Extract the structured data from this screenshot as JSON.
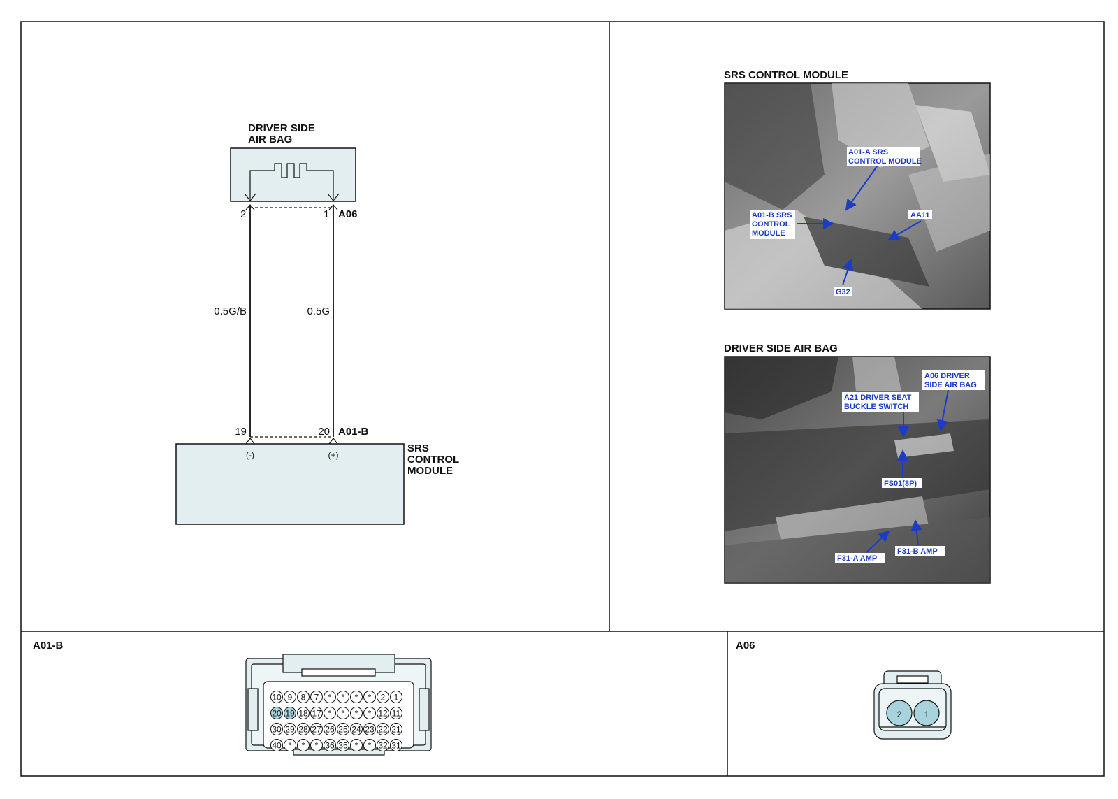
{
  "schematic": {
    "air_bag_title_line1": "DRIVER SIDE",
    "air_bag_title_line2": "AIR BAG",
    "connector_top": "A06",
    "connector_bottom": "A01-B",
    "pin_top_left": "2",
    "pin_top_right": "1",
    "pin_bottom_left": "19",
    "pin_bottom_right": "20",
    "wire_left": "0.5G/B",
    "wire_right": "0.5G",
    "polarity_left": "(-)",
    "polarity_right": "(+)",
    "module_line1": "SRS",
    "module_line2": "CONTROL",
    "module_line3": "MODULE"
  },
  "photos": {
    "srs": {
      "title": "SRS CONTROL MODULE",
      "callouts": {
        "a01a_line1": "A01-A SRS",
        "a01a_line2": "CONTROL MODULE",
        "a01b_line1": "A01-B SRS",
        "a01b_line2": "CONTROL",
        "a01b_line3": "MODULE",
        "aa11": "AA11",
        "g32": "G32"
      }
    },
    "airbag": {
      "title": "DRIVER SIDE AIR BAG",
      "callouts": {
        "a06_line1": "A06 DRIVER",
        "a06_line2": "SIDE AIR BAG",
        "a21_line1": "A21 DRIVER SEAT",
        "a21_line2": "BUCKLE SWITCH",
        "fs01": "FS01(8P)",
        "f31a": "F31-A AMP",
        "f31b": "F31-B AMP"
      }
    }
  },
  "connectors": {
    "a01b_label": "A01-B",
    "a06_label": "A06",
    "a01b_rows": [
      [
        "10",
        "9",
        "8",
        "7",
        "*",
        "*",
        "*",
        "*",
        "2",
        "1"
      ],
      [
        "20",
        "19",
        "18",
        "17",
        "*",
        "*",
        "*",
        "*",
        "12",
        "11"
      ],
      [
        "30",
        "29",
        "28",
        "27",
        "26",
        "25",
        "24",
        "23",
        "22",
        "21"
      ],
      [
        "40",
        "*",
        "*",
        "*",
        "36",
        "35",
        "*",
        "*",
        "32",
        "31"
      ]
    ],
    "a01b_highlighted": [
      "20",
      "19"
    ],
    "a06_pins": [
      "2",
      "1"
    ]
  },
  "colors": {
    "highlight": "#a9d3dc",
    "box_fill": "#e3eef0",
    "callout_text": "#1a3cc8",
    "line": "#111111"
  }
}
